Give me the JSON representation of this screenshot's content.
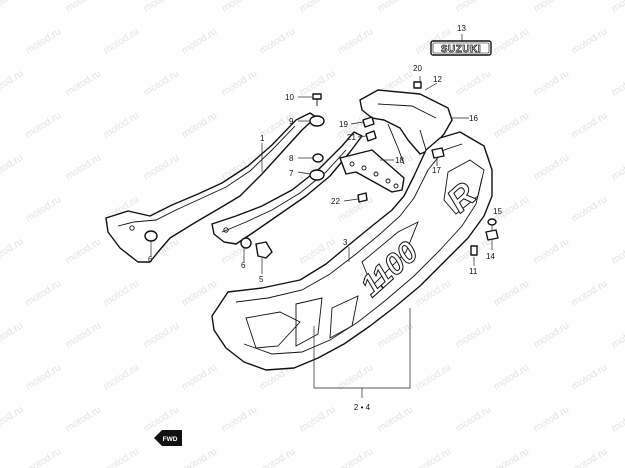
{
  "diagram": {
    "labels": {
      "l1": "1",
      "l3": "3",
      "l5": "5",
      "l6a": "6",
      "l6b": "6",
      "l7": "7",
      "l8": "8",
      "l9": "9",
      "l10": "10",
      "l11": "11",
      "l12": "12",
      "l13": "13",
      "l14": "14",
      "l15": "15",
      "l16": "16",
      "l17": "17",
      "l18": "18",
      "l19": "19",
      "l20": "20",
      "l21": "21",
      "l22": "22",
      "l24": "2 • 4"
    },
    "emblem_text": "SUZUKI",
    "cowl_decal_text": "1100",
    "cowl_decal_letter": "R",
    "fwd_arrow_text": "FWD",
    "watermark_text": "motod.ru"
  }
}
